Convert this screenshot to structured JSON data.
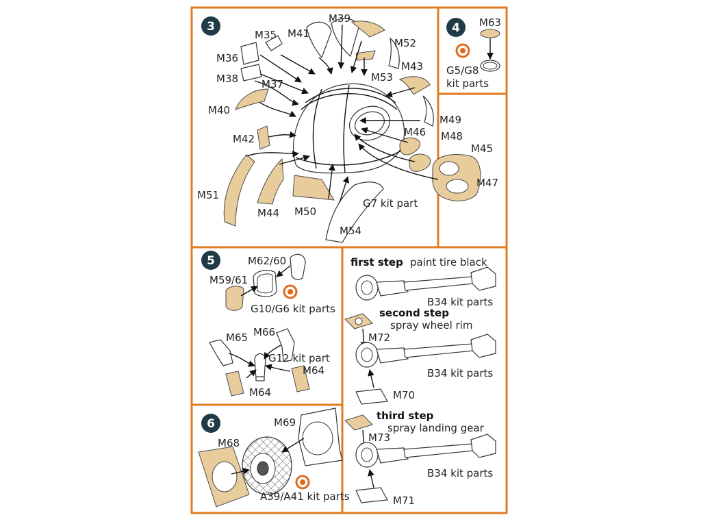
{
  "colors": {
    "frame": "#e07b1f",
    "mask": "#e8cc9b",
    "badge": "#1f3b47",
    "paint_icon": "#e06a1c"
  },
  "steps": {
    "s3": {
      "badge": "3",
      "labels": {
        "m35": "M35",
        "m41": "M41",
        "m39": "M39",
        "m36": "M36",
        "m38": "M38",
        "m37": "M37",
        "m52": "M52",
        "m53": "M53",
        "m43": "M43",
        "m40": "M40",
        "m42": "M42",
        "m49": "M49",
        "m46": "M46",
        "m48": "M48",
        "m45": "M45",
        "m47": "M47",
        "m51": "M51",
        "m44": "M44",
        "m50": "M50",
        "g7": "G7 kit part",
        "m54": "M54"
      }
    },
    "s4": {
      "badge": "4",
      "labels": {
        "m63": "M63",
        "g5": "G5/G8",
        "kit": "kit parts"
      }
    },
    "s5": {
      "badge": "5",
      "labels": {
        "m62": "M62/60",
        "m59": "M59/61",
        "g10": "G10/G6 kit parts",
        "m65": "M65",
        "m66": "M66",
        "g12": "G12 kit part",
        "m64a": "M64",
        "m64b": "M64"
      }
    },
    "gear": {
      "first_bold": "first step",
      "first_rest": "paint tire black",
      "b34_1": "B34 kit parts",
      "second_bold": "second step",
      "second_rest": "spray wheel rim",
      "m72": "M72",
      "b34_2": "B34 kit parts",
      "m70": "M70",
      "third_bold": "third step",
      "third_rest": "spray landing gear",
      "m73": "M73",
      "b34_3": "B34 kit parts",
      "m71": "M71"
    },
    "s6": {
      "badge": "6",
      "labels": {
        "m69": "M69",
        "m68": "M68",
        "a39": "A39/A41 kit parts"
      }
    }
  }
}
